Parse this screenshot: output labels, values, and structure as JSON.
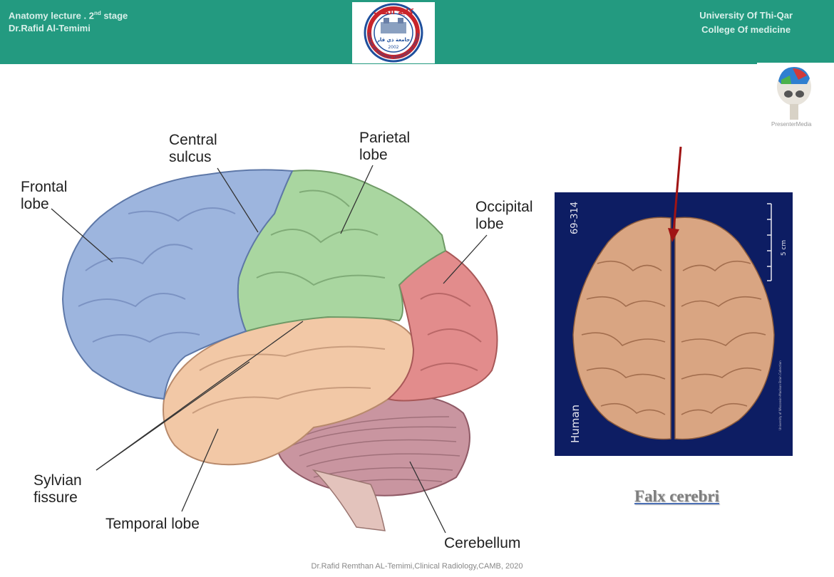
{
  "header": {
    "lecture_line_prefix": "Anatomy lecture . 2",
    "lecture_line_sup": "nd",
    "lecture_line_suffix": " stage",
    "author": "Dr.Rafid Al-Temimi",
    "university": "University Of Thi-Qar",
    "college": "College Of  medicine",
    "logo_year": "2002",
    "logo_ring_text": "College of Medicine University of Thi-Qar",
    "logo_arabic_top": "كلية الطب",
    "logo_arabic_center": "جامعة ذي قار"
  },
  "presenter_logo": {
    "text": "PresenterMedia"
  },
  "diagram": {
    "labels": {
      "central_sulcus": [
        "Central",
        "sulcus"
      ],
      "parietal": [
        "Parietal",
        "lobe"
      ],
      "frontal": [
        "Frontal",
        "lobe"
      ],
      "occipital": [
        "Occipital",
        "lobe"
      ],
      "sylvian": [
        "Sylvian",
        "fissure"
      ],
      "temporal": "Temporal lobe",
      "cerebellum": "Cerebellum"
    },
    "colors": {
      "frontal": "#9db5de",
      "parietal": "#a9d6a0",
      "occipital": "#e28c8c",
      "temporal": "#f2c8a6",
      "cerebellum": "#c995a0",
      "arrow": "#a01414"
    }
  },
  "photo": {
    "id_label": "69-314",
    "scale_label": "5 cm",
    "species_label": "Human",
    "credit": "University of Wisconsin-Madison Brain Collection"
  },
  "caption": "Falx cerebri",
  "footer": "Dr.Rafid Remthan AL-Temimi,Clinical Radiology,CAMB, 2020"
}
